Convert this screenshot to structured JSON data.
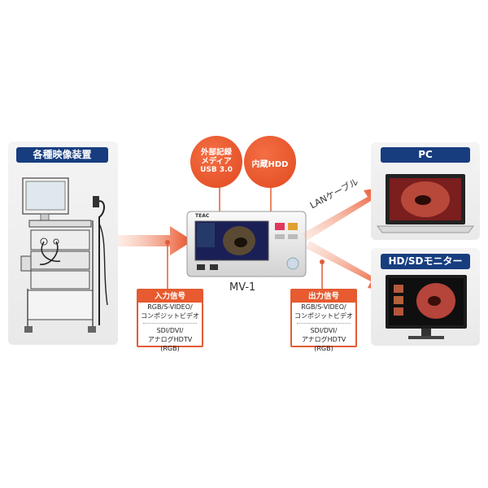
{
  "source": {
    "title": "各種映像装置"
  },
  "device": {
    "name": "MV-1",
    "brand": "TEAC"
  },
  "bubbles": {
    "external": {
      "line1": "外部記録",
      "line2": "メディア",
      "line3": "USB 3.0"
    },
    "hdd": {
      "label": "内蔵HDD"
    }
  },
  "input_signal": {
    "title": "入力信号",
    "lines": [
      "RGB/S-VIDEO/",
      "コンポジットビデオ",
      "SDI/DVI/",
      "アナログHDTV (RGB)"
    ]
  },
  "output_signal": {
    "title": "出力信号",
    "lines": [
      "RGB/S-VIDEO/",
      "コンポジットビデオ",
      "SDI/DVI/",
      "アナログHDTV (RGB)"
    ]
  },
  "lan_label": "LANケーブル",
  "pc": {
    "title": "PC"
  },
  "monitor": {
    "title": "HD/SDモニター"
  },
  "colors": {
    "accent": "#e85a2f",
    "header": "#173d7f"
  }
}
